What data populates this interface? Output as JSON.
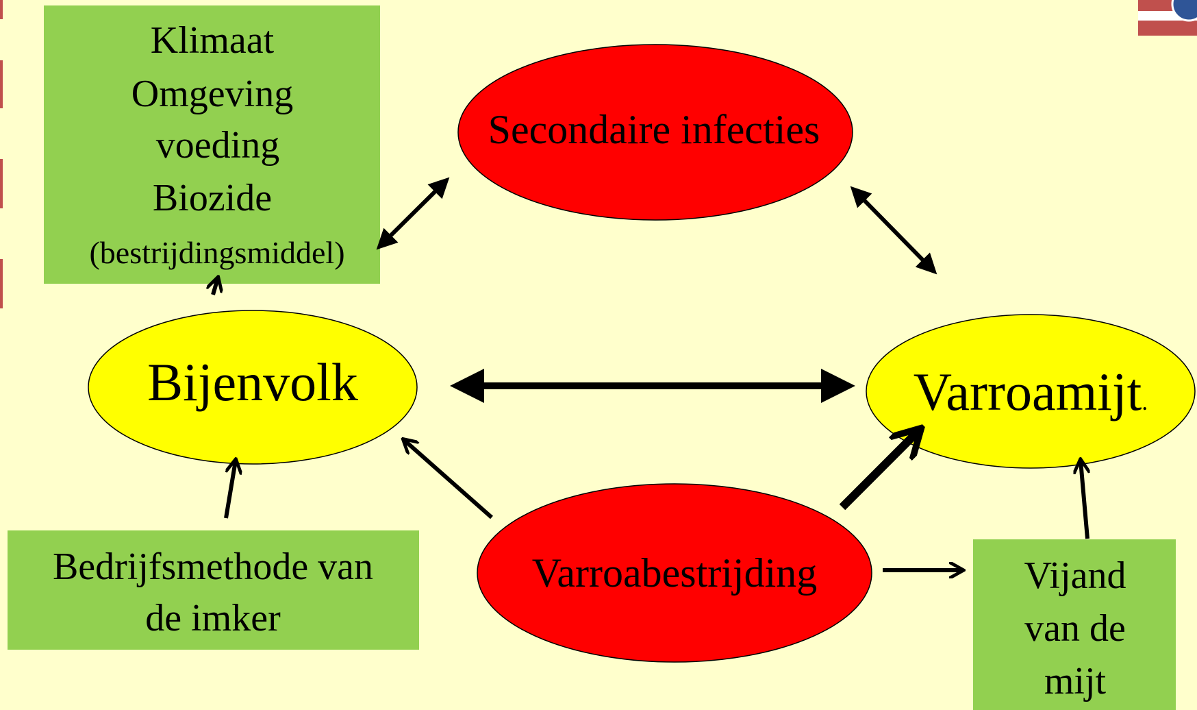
{
  "colors": {
    "background": "#ffffcc",
    "green_box": "#92d050",
    "red_ellipse": "#ff0000",
    "yellow_ellipse": "#ffff00",
    "left_edge_bar": "#c0504d"
  },
  "nodes": {
    "climate_box": {
      "lines": [
        "Klimaat",
        "Omgeving",
        "voeding",
        "Biozide",
        "(bestrijdingsmiddel)"
      ]
    },
    "secondary_infections": {
      "label": "Secondaire infecties"
    },
    "bee_colony": {
      "label": "Bijenvolk"
    },
    "varroa_mite": {
      "label": "Varroamijt",
      "suffix": "."
    },
    "beekeeper_method": {
      "lines": [
        "Bedrijfsmethode van",
        "de imker"
      ]
    },
    "varroa_control": {
      "label": "Varroabestrijding"
    },
    "mite_enemy": {
      "lines": [
        "Vijand",
        "van de",
        "mijt"
      ]
    }
  },
  "icons": {
    "corner_logo": "flag-emblem-icon"
  }
}
